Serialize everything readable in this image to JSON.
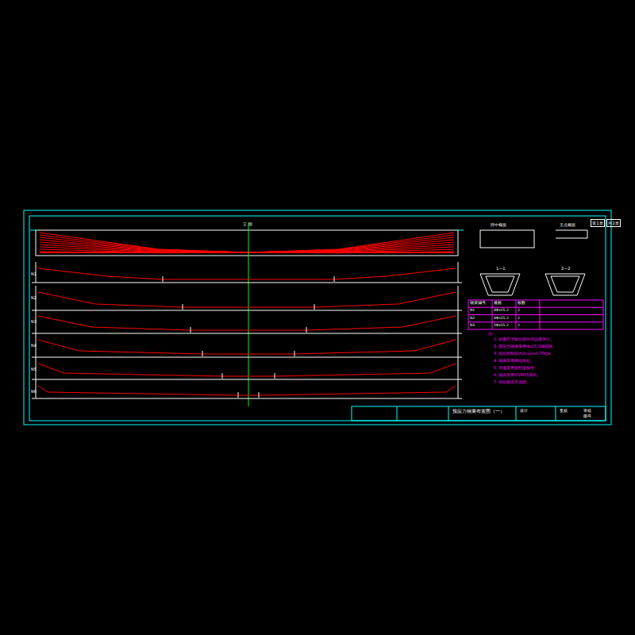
{
  "diagram": {
    "title": "预应力钢束布置图（一）",
    "nodes": [
      {
        "text": [
          "第1页"
        ]
      },
      {
        "text": [
          "共2页"
        ]
      }
    ],
    "labels": [
      "立 面",
      "1—1",
      "2—2",
      "跨中截面",
      "支点截面",
      "N1",
      "N2",
      "N3",
      "N4",
      "N5",
      "N6",
      "钢束编号",
      "规格",
      "根数",
      "N1",
      "4Φs15.2",
      "2",
      "N2",
      "4Φs15.2",
      "2",
      "N3",
      "5Φs15.2",
      "2",
      "注：",
      "1. 本图尺寸除注明外均以厘米计。",
      "2. 预应力钢束采用Φs15.2钢绞线。",
      "3. 张拉控制应力σcon=0.75fpk。",
      "4. 钢束采用两端张拉。",
      "5. 管道采用塑料波纹管。",
      "6. 锚具采用OVM15系列。",
      "7. 张拉顺序见说明。",
      "设计",
      "复核",
      "审核",
      "图号"
    ]
  }
}
